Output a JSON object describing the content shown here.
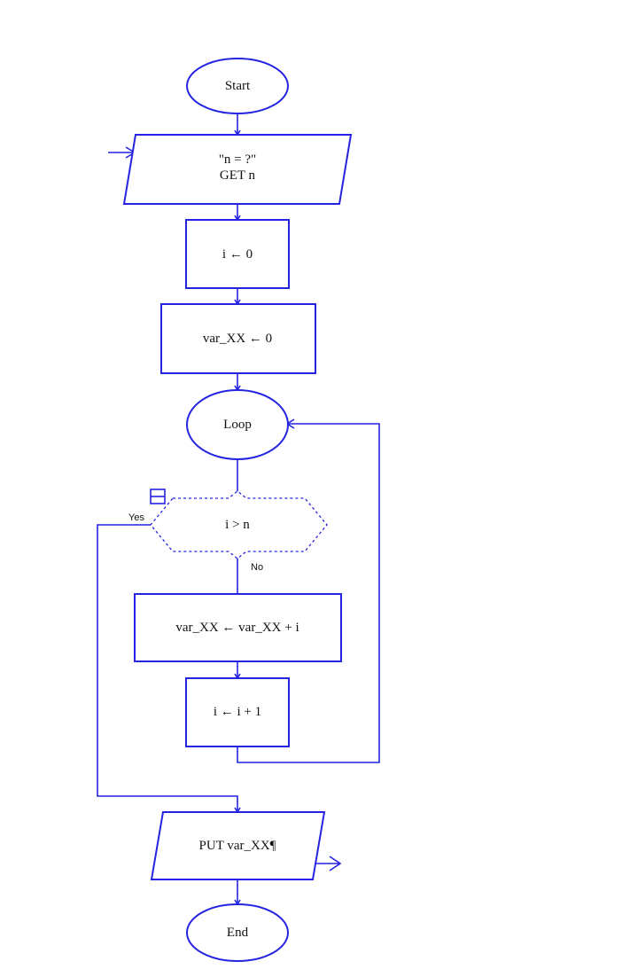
{
  "flowchart": {
    "nodes": {
      "start": {
        "label": "Start"
      },
      "input": {
        "lines": [
          "\"n = ?\"",
          "GET n"
        ]
      },
      "init_i": {
        "label": "i ← 0"
      },
      "init_var": {
        "label": "var_XX ← 0"
      },
      "loop": {
        "label": "Loop"
      },
      "condition": {
        "label": "i > n"
      },
      "accumulate": {
        "label": "var_XX ← var_XX  + i"
      },
      "increment": {
        "label": "i ← i  + 1"
      },
      "output": {
        "label": "PUT var_XX¶"
      },
      "end": {
        "label": "End"
      }
    },
    "branches": {
      "yes": "Yes",
      "no": "No"
    }
  },
  "colors": {
    "stroke": "#2424e0",
    "text": "#111111",
    "background": "#ffffff"
  },
  "icons": [
    "collapse-toggle-icon"
  ]
}
